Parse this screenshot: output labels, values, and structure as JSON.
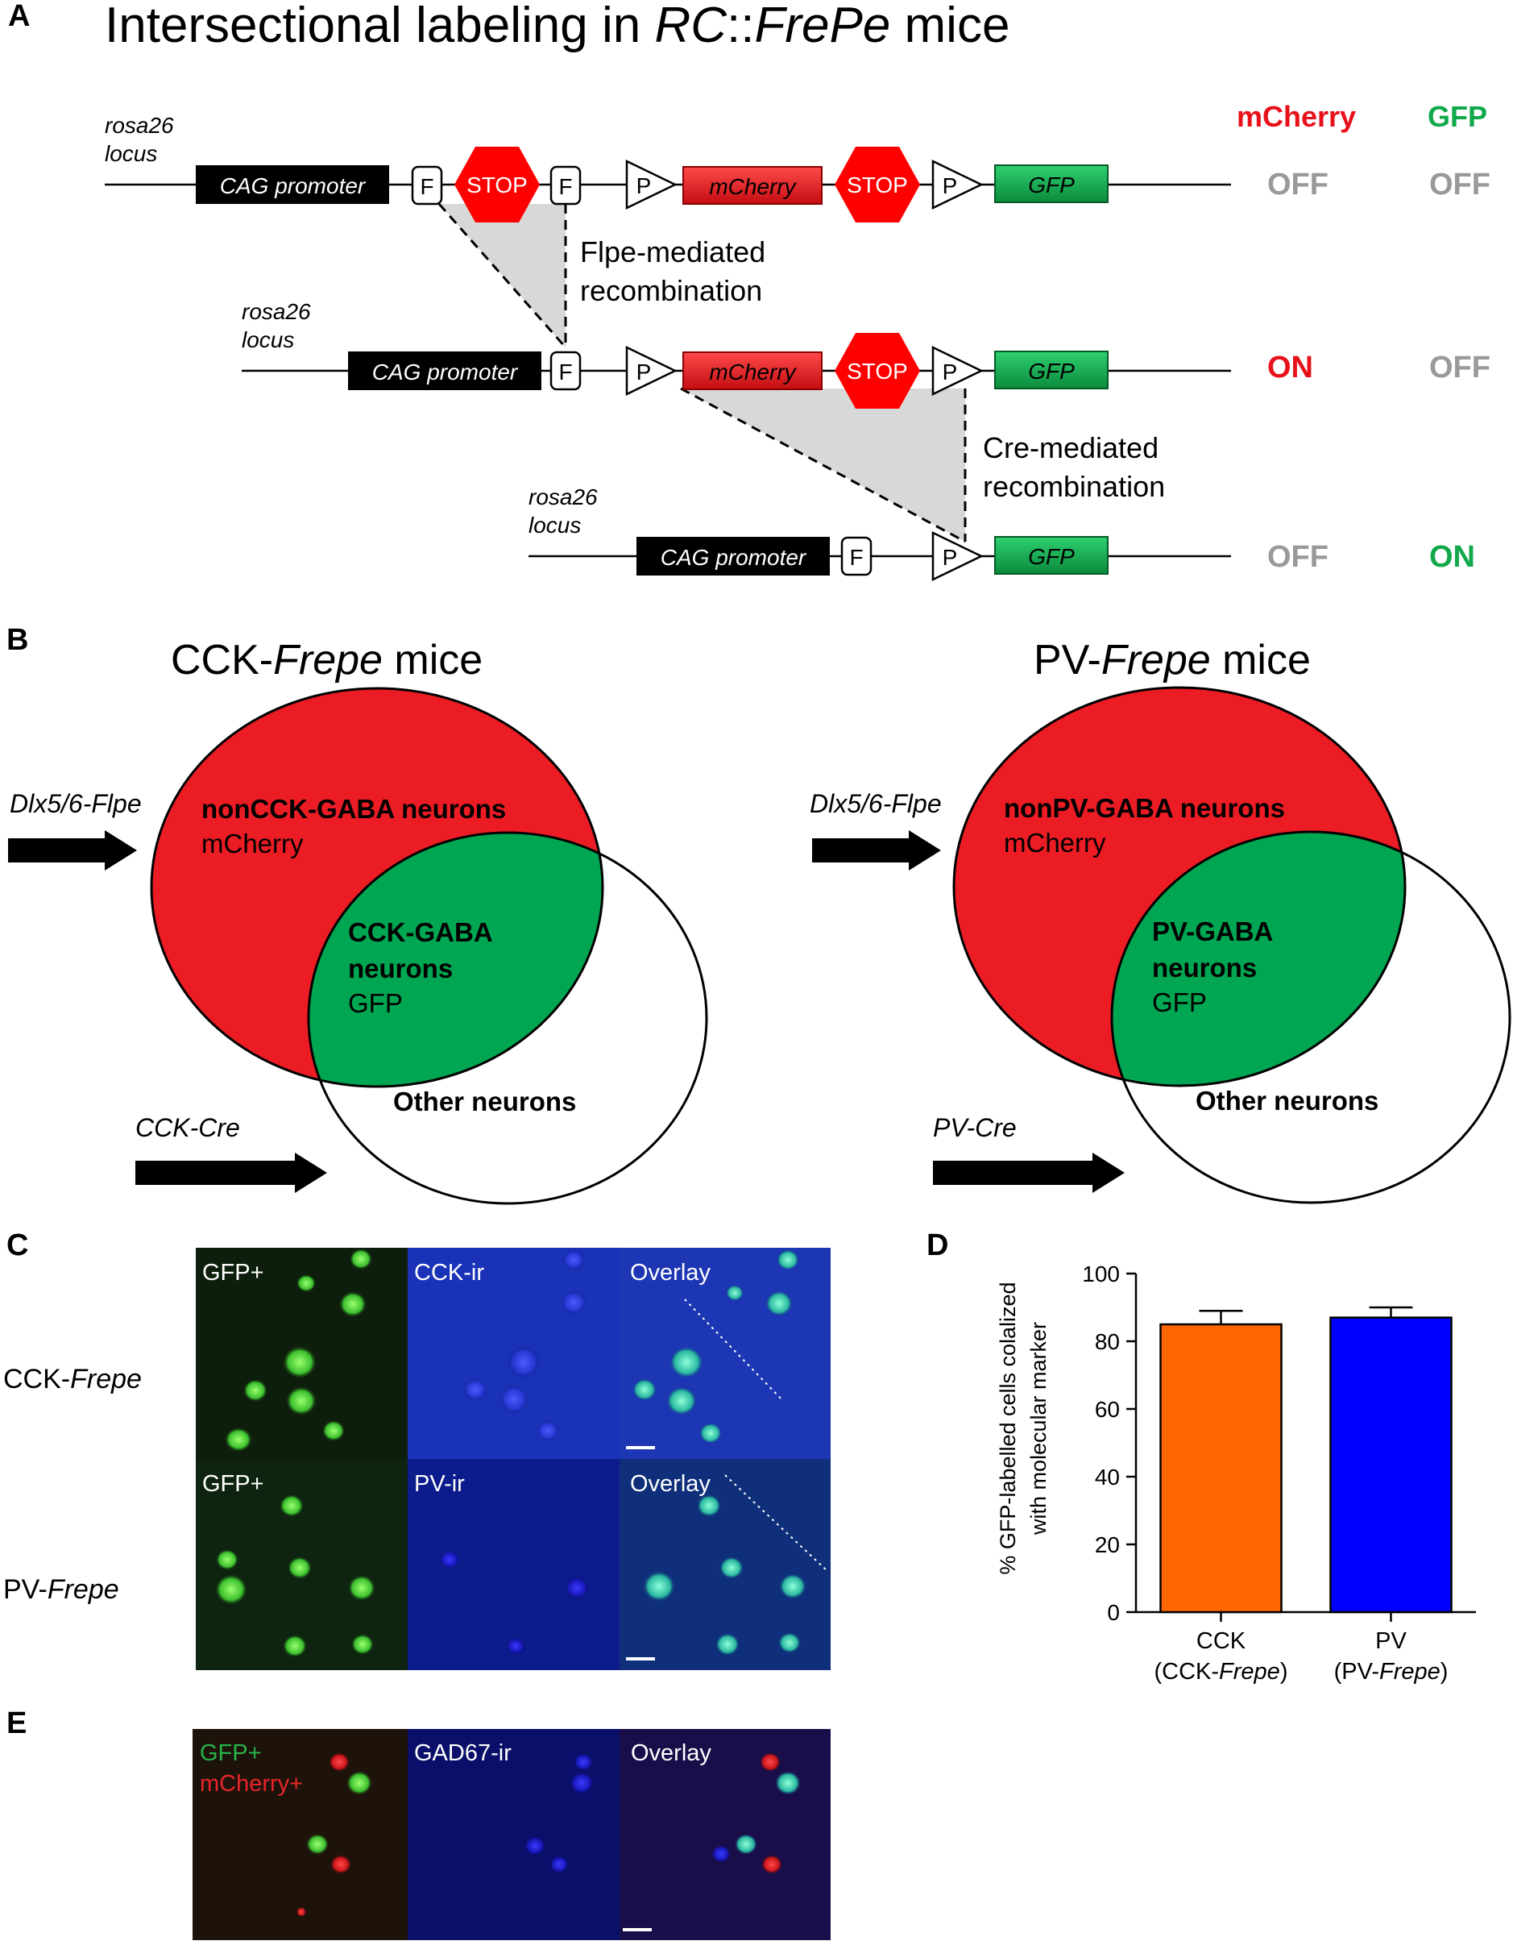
{
  "panel_a": {
    "letter": "A",
    "title_pre": "Intersectional labeling in ",
    "title_italic_1": "RC",
    "title_mid": "::",
    "title_italic_2": "FrePe",
    "title_post": " mice",
    "header_mcherry": "mCherry",
    "header_gfp": "GFP",
    "locus_line1": "rosa26",
    "locus_line2": "locus",
    "promoter": "CAG promoter",
    "frt": "F",
    "loxp": "P",
    "stop": "STOP",
    "mcherry": "mCherry",
    "gfp": "GFP",
    "flpe_line1": "Flpe-mediated",
    "flpe_line2": "recombination",
    "cre_line1": "Cre-mediated",
    "cre_line2": "recombination",
    "row1": {
      "mcherry": "OFF",
      "gfp": "OFF"
    },
    "row2": {
      "mcherry": "ON",
      "gfp": "OFF"
    },
    "row3": {
      "mcherry": "OFF",
      "gfp": "ON"
    },
    "colors": {
      "red": "#e8111a",
      "green": "#10a84a",
      "grey": "#999999",
      "black": "#000000"
    }
  },
  "panel_b": {
    "letter": "B",
    "left": {
      "title_pre": "CCK-",
      "title_italic": "Frepe",
      "title_post": " mice",
      "flpe": "Dlx5/6-Flpe",
      "cre": "CCK-Cre",
      "red_bold": "nonCCK-GABA neurons",
      "red_sub": "mCherry",
      "green_bold_1": "CCK-GABA",
      "green_bold_2": "neurons",
      "green_sub": "GFP",
      "other": "Other neurons"
    },
    "right": {
      "title_pre": "PV-",
      "title_italic": "Frepe",
      "title_post": " mice",
      "flpe": "Dlx5/6-Flpe",
      "cre": "PV-Cre",
      "red_bold": "nonPV-GABA neurons",
      "red_sub": "mCherry",
      "green_bold_1": "PV-GABA",
      "green_bold_2": "neurons",
      "green_sub": "GFP",
      "other": "Other neurons"
    },
    "colors": {
      "red": "#ec1c24",
      "green": "#00a651"
    }
  },
  "panel_c": {
    "letter": "C",
    "row1_pre": "CCK-",
    "row1_italic": "Frepe",
    "row2_pre": "PV-",
    "row2_italic": "Frepe",
    "labels_row1": [
      "GFP+",
      "CCK-ir",
      "Overlay"
    ],
    "labels_row2": [
      "GFP+",
      "PV-ir",
      "Overlay"
    ]
  },
  "panel_d": {
    "letter": "D"
  },
  "chart_data": {
    "type": "bar",
    "categories": [
      "CCK (CCK-Frepe)",
      "PV (PV-Frepe)"
    ],
    "category_line1": [
      "CCK",
      "PV"
    ],
    "category_line2_pre": [
      "(CCK-",
      "(PV-"
    ],
    "category_line2_italic": [
      "Frepe",
      "Frepe"
    ],
    "category_line2_post": [
      ")",
      ")"
    ],
    "values": [
      85,
      87
    ],
    "errors": [
      4,
      3
    ],
    "colors": [
      "#ff6600",
      "#0000ff"
    ],
    "ylabel_line1": "% GFP-labelled cells colalized",
    "ylabel_line2": "with molecular marker",
    "xlabel": "",
    "ylim": [
      0,
      100
    ],
    "yticks": [
      0,
      20,
      40,
      60,
      80,
      100
    ]
  },
  "panel_e": {
    "letter": "E",
    "label_gfp": "GFP+",
    "label_mcherry": "mCherry+",
    "label_gad": "GAD67-ir",
    "label_overlay": "Overlay"
  }
}
